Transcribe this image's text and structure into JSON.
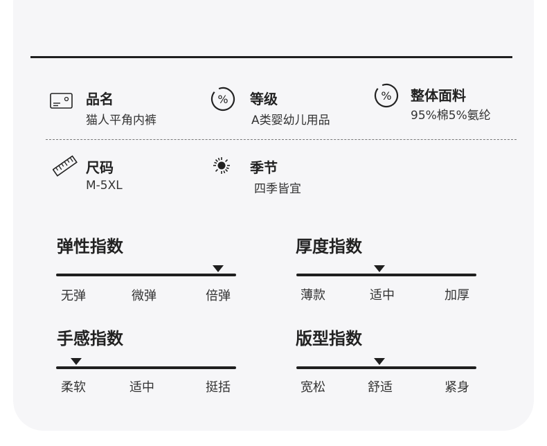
{
  "specs": {
    "product_name": {
      "label": "品名",
      "value": "猫人平角内裤"
    },
    "grade": {
      "label": "等级",
      "value": "A类婴幼儿用品"
    },
    "fabric": {
      "label": "整体面料",
      "value": "95%棉5%氨纶"
    },
    "size": {
      "label": "尺码",
      "value": "M-5XL"
    },
    "season": {
      "label": "季节",
      "value": "四季皆宜"
    }
  },
  "indices": {
    "elasticity": {
      "title": "弹性指数",
      "ticks": [
        "无弹",
        "微弹",
        "倍弹"
      ],
      "level": 0.9
    },
    "thickness": {
      "title": "厚度指数",
      "ticks": [
        "薄款",
        "适中",
        "加厚"
      ],
      "level": 0.46
    },
    "feel": {
      "title": "手感指数",
      "ticks": [
        "柔软",
        "适中",
        "挺括"
      ],
      "level": 0.11
    },
    "fit": {
      "title": "版型指数",
      "ticks": [
        "宽松",
        "舒适",
        "紧身"
      ],
      "level": 0.46
    }
  },
  "colors": {
    "ink": "#1f1f1f",
    "panel": "#f6f6f8"
  },
  "icons": {
    "product_name": "id-card-icon",
    "grade": "percent-circle-icon",
    "fabric": "percent-circle-icon",
    "size": "ruler-icon",
    "season": "sun-icon"
  }
}
